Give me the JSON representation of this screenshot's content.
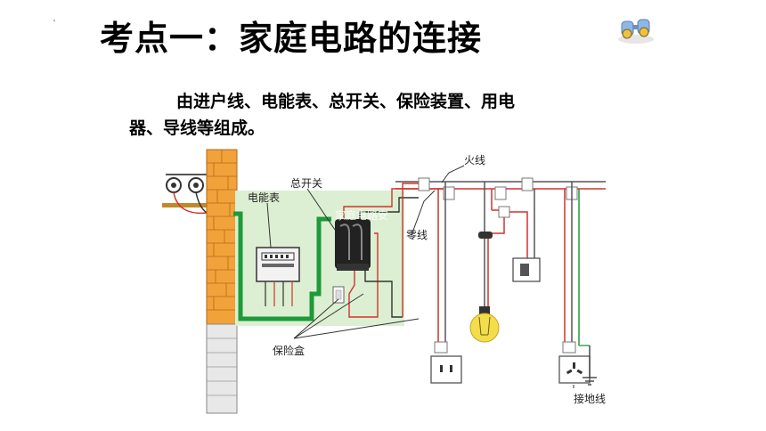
{
  "title": "考点一：家庭电路的连接",
  "body": {
    "line1": "由进户线、电能表、总开关、保险装置、用电",
    "line2": "器、导线等组成。"
  },
  "diagram": {
    "labels": {
      "huoxian": "火线",
      "zongkaiguan": "总开关",
      "diannengbiao": "电能表",
      "lingxian": "零线",
      "baoxianhe": "保险盒",
      "jiedixian": "接地线",
      "watermark": "家庭电路安"
    }
  },
  "icons": {
    "binoculars": "binoculars-icon"
  },
  "colors": {
    "live_wire": "#d0342c",
    "neutral_wire": "#555555",
    "ground_wire": "#1e9a3a",
    "panel_bg": "#dcefd2",
    "brick": "#f2a23a",
    "bulb": "#f3dd4a"
  }
}
